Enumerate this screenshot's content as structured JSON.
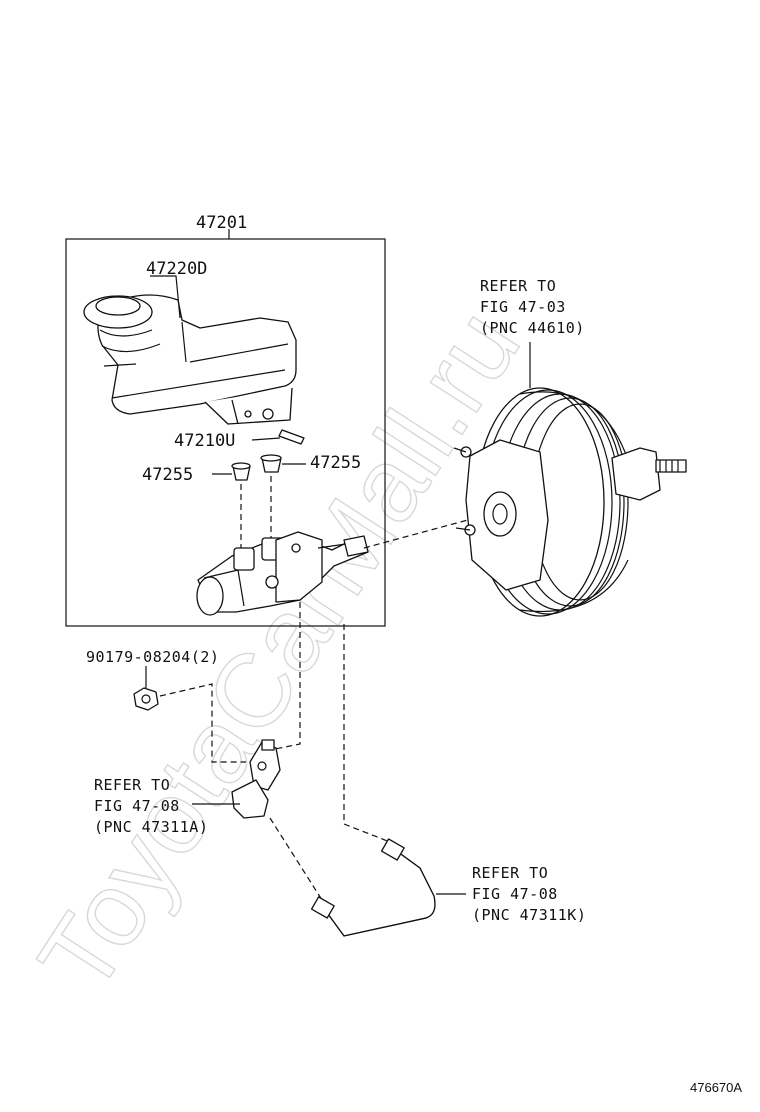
{
  "watermark": "ToyotaCarMall.ru",
  "assembly": {
    "number": "47201"
  },
  "parts": {
    "reservoir": "47220D",
    "pin": "47210U",
    "grommet_left": "47255",
    "grommet_right": "47255",
    "nut": "90179-08204(2)"
  },
  "refs": {
    "booster": [
      "REFER TO",
      "FIG 47-03",
      "(PNC 44610)"
    ],
    "valve": [
      "REFER TO",
      "FIG 47-08",
      "(PNC 47311A)"
    ],
    "tube": [
      "REFER TO",
      "FIG 47-08",
      "(PNC 47311K)"
    ]
  },
  "figure_id": "476670A"
}
